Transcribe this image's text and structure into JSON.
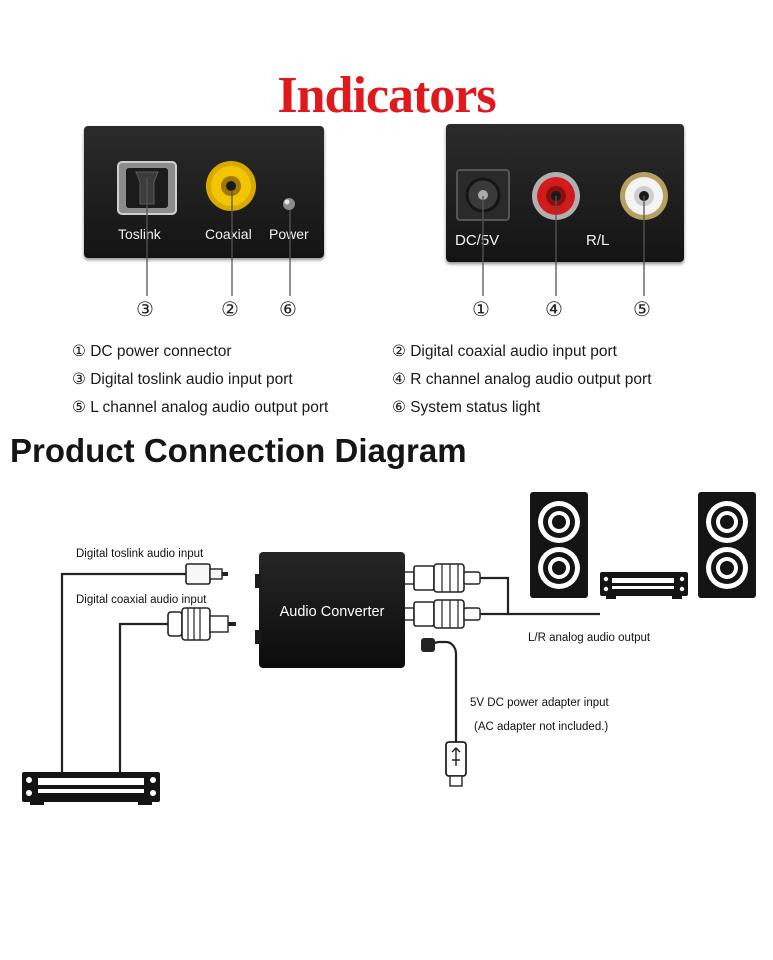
{
  "indicators": {
    "title": "Indicators",
    "front_panel": {
      "toslink": "Toslink",
      "coaxial": "Coaxial",
      "power": "Power"
    },
    "back_panel": {
      "dc": "DC/5V",
      "rl": "R/L"
    },
    "callouts": [
      "③",
      "②",
      "⑥",
      "①",
      "④",
      "⑤"
    ],
    "legend": [
      "① DC  power connector",
      "② Digital coaxial audio input port",
      "③ Digital toslink audio input port",
      "④ R channel analog audio output port",
      "⑤ L channel analog audio output port",
      "⑥ System status light"
    ],
    "colors": {
      "title": "#e0191d",
      "coaxial": "#f2c500",
      "right_channel": "#d31b1b",
      "left_channel": "#f4f4f4"
    }
  },
  "diagram": {
    "title": "Product Connection Diagram",
    "converter_label": "Audio Converter",
    "toslink_input": "Digital toslink audio input",
    "coaxial_input": "Digital coaxial audio input",
    "analog_output": "L/R analog audio output",
    "power_line1": "5V DC power adapter input",
    "power_line2": "(AC adapter not included.)"
  }
}
